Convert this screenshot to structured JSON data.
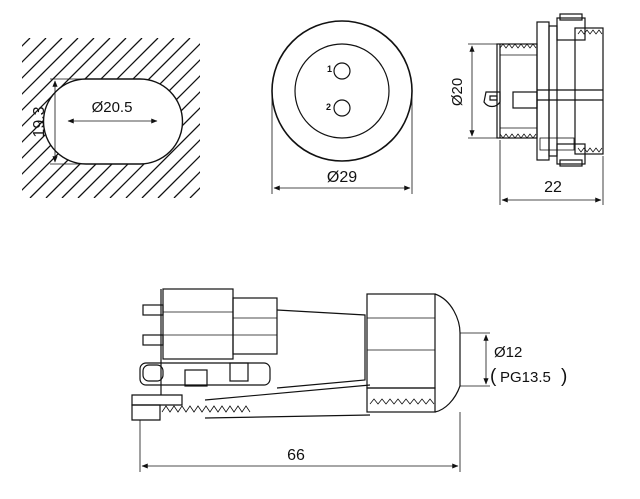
{
  "panel_cutout": {
    "diameter_label": "Ø20.5",
    "flat_height_label": "19.3"
  },
  "front_view": {
    "diameter_label": "Ø29",
    "pin_labels": [
      "1",
      "2"
    ]
  },
  "side_view": {
    "thread_diameter_label": "Ø20",
    "length_label": "22"
  },
  "plug_view": {
    "cable_diameter_label": "Ø12",
    "gland_thread_label": "PG13.5",
    "gland_thread_paren": "(",
    "gland_thread_paren_close": ")",
    "total_length_label": "66"
  }
}
